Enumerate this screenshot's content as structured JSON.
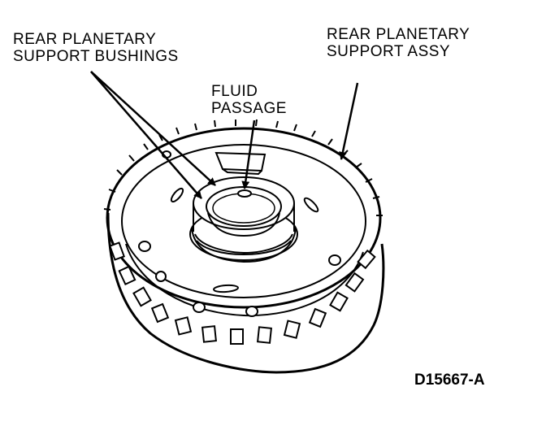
{
  "labels": {
    "bushings_line1": "REAR PLANETARY",
    "bushings_line2": "SUPPORT BUSHINGS",
    "assy_line1": "REAR PLANETARY",
    "assy_line2": "SUPPORT ASSY",
    "fluid_line1": "FLUID",
    "fluid_line2": "PASSAGE"
  },
  "figure_code": "D15667-A",
  "colors": {
    "ink": "#000000",
    "paper": "#ffffff"
  }
}
